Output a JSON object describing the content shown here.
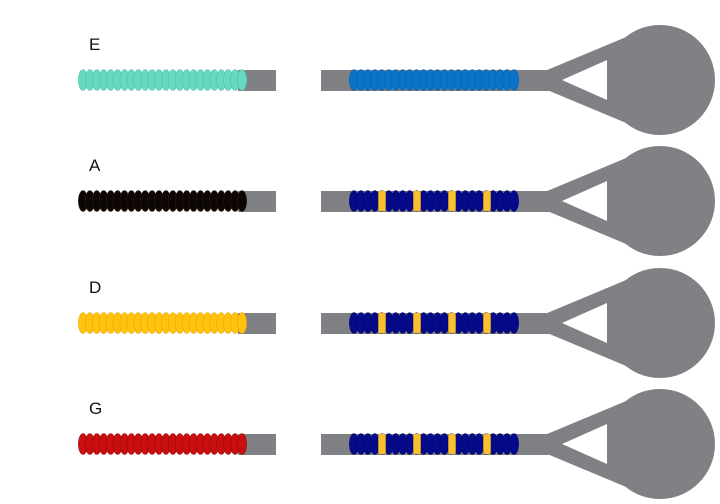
{
  "colors": {
    "structure": "#808184",
    "background": "#ffffff",
    "marker": "#FBC02D",
    "marker_stroke": "#E8A820"
  },
  "rows": [
    {
      "label": "E",
      "left_bead_color": "#66D9C0",
      "left_bead_stroke": "#4FC4A9",
      "right_bead_color": "#0A74C8",
      "right_bead_stroke": "#0862AE",
      "right_markers": false
    },
    {
      "label": "A",
      "left_bead_color": "#0C0505",
      "left_bead_stroke": "#2A1A08",
      "right_bead_color": "#050A8A",
      "right_bead_stroke": "#03066A",
      "right_markers": true
    },
    {
      "label": "D",
      "left_bead_color": "#FFC20E",
      "left_bead_stroke": "#E8AA00",
      "right_bead_color": "#050A8A",
      "right_bead_stroke": "#03066A",
      "right_markers": true
    },
    {
      "label": "G",
      "left_bead_color": "#C80E0E",
      "left_bead_stroke": "#A00808",
      "right_bead_color": "#050A8A",
      "right_bead_stroke": "#03066A",
      "right_markers": true
    }
  ]
}
